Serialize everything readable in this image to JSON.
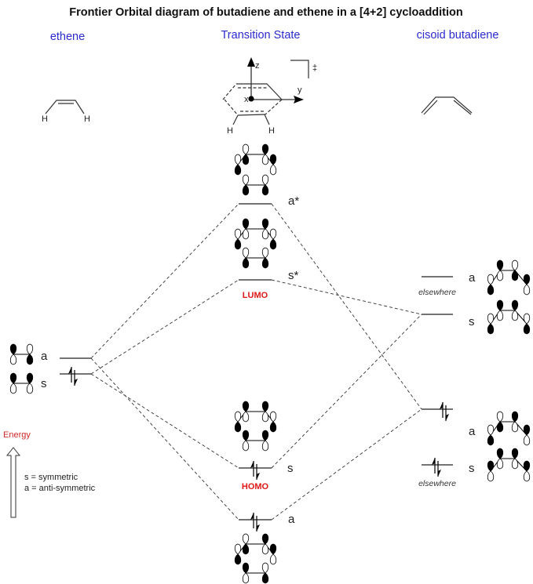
{
  "title": "Frontier Orbital diagram of butadiene and ethene in a [4+2] cycloaddition",
  "columns": {
    "left": "ethene",
    "center": "Transition State",
    "right": "cisoid butadiene"
  },
  "ts_structure": {
    "axis_z": "z",
    "axis_y": "y",
    "axis_x": "x",
    "double_dagger": "‡",
    "h_left": "H",
    "h_right": "H"
  },
  "ethene_structure": {
    "h_left": "H",
    "h_right": "H"
  },
  "ethene_levels": [
    {
      "label": "a",
      "electrons": 0
    },
    {
      "label": "s",
      "electrons": 2
    }
  ],
  "ts_levels": [
    {
      "label": "a*",
      "tag": "",
      "electrons": 0
    },
    {
      "label": "s*",
      "tag": "LUMO",
      "electrons": 0
    },
    {
      "label": "s",
      "tag": "HOMO",
      "electrons": 2
    },
    {
      "label": "a",
      "tag": "",
      "electrons": 2
    }
  ],
  "butadiene_levels": [
    {
      "label": "a",
      "note": "elsewhere",
      "electrons": 0
    },
    {
      "label": "s",
      "note": "",
      "electrons": 0
    },
    {
      "label": "a",
      "note": "",
      "electrons": 2
    },
    {
      "label": "s",
      "note": "elsewhere",
      "electrons": 2
    }
  ],
  "legend": {
    "energy": "Energy",
    "sym": "s = symmetric",
    "anti": "a = anti-symmetric"
  },
  "colors": {
    "title": "#111111",
    "column_heading": "#2a2ad0",
    "frontier_tag": "#e01818",
    "energy_label": "#d02828"
  }
}
